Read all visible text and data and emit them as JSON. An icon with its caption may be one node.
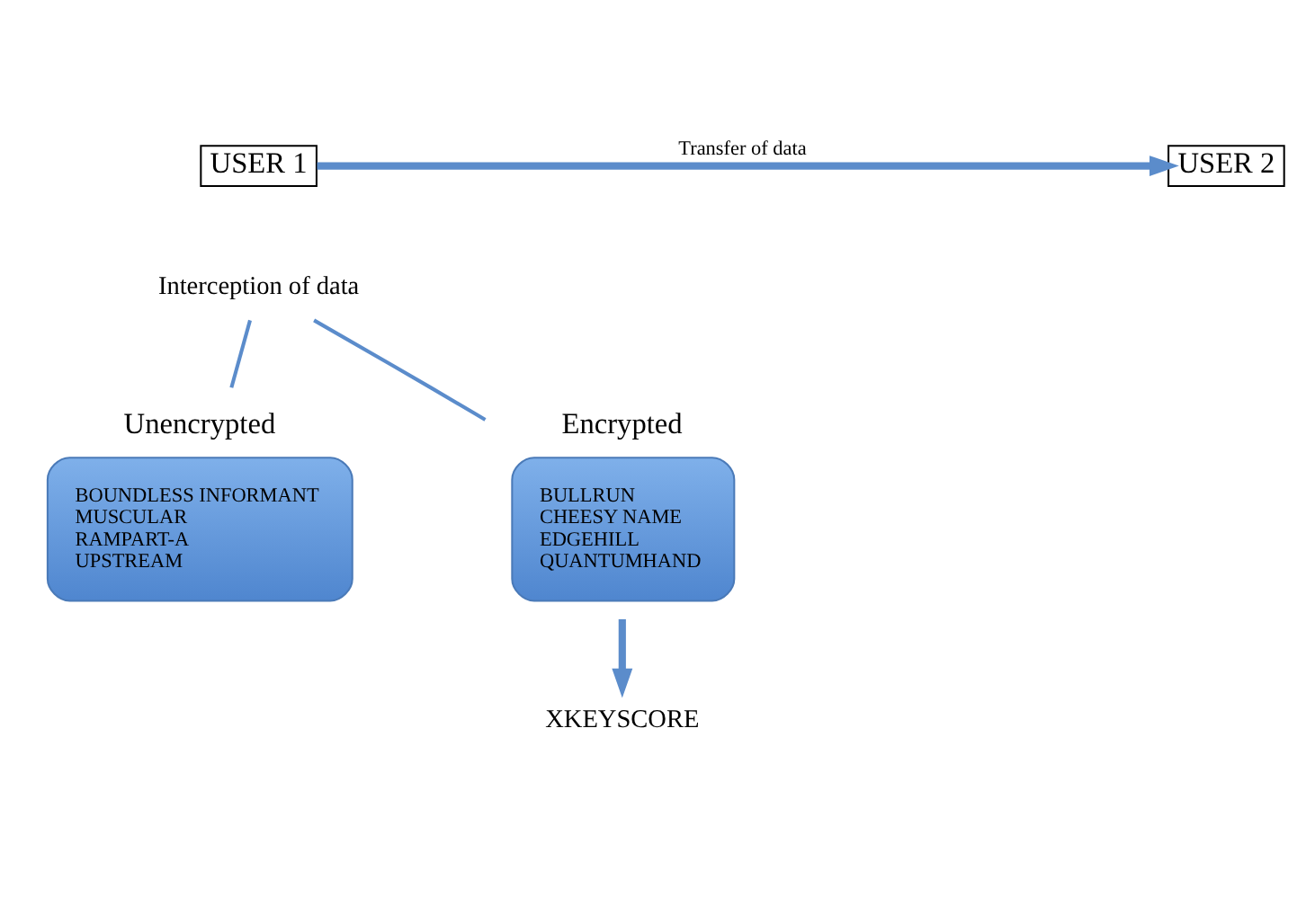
{
  "diagram": {
    "nodes": [
      {
        "text": [
          "USER 1"
        ]
      },
      {
        "text": [
          "USER 2"
        ]
      },
      {
        "text": [
          "Interception of data"
        ]
      },
      {
        "text": [
          "Unencrypted",
          "BOUNDLESS INFORMANT",
          "MUSCULAR",
          "RAMPART-A",
          "UPSTREAM"
        ]
      },
      {
        "text": [
          "Encrypted",
          "BULLRUN",
          "CHEESY NAME",
          "EDGEHILL",
          "QUANTUMHAND"
        ]
      },
      {
        "text": [
          "XKEYSCORE"
        ]
      }
    ],
    "edges": [
      {
        "from": 0,
        "to": 1,
        "arrow": "to",
        "label": "Transfer of data",
        "style": "thick"
      },
      {
        "from": 2,
        "to": 3,
        "arrow": "none"
      },
      {
        "from": 2,
        "to": 4,
        "arrow": "none"
      },
      {
        "from": 4,
        "to": 5,
        "arrow": "to",
        "style": "thick"
      }
    ]
  }
}
